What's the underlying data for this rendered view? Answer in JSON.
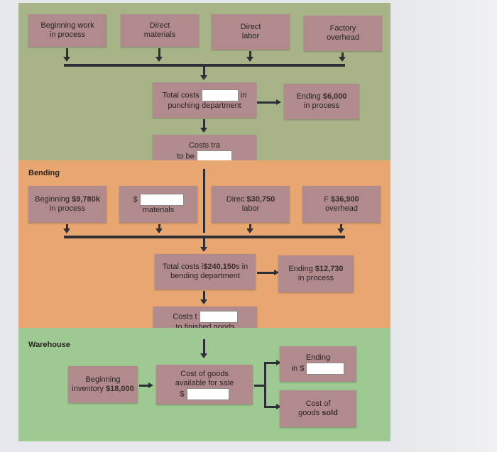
{
  "punching": {
    "beginning_wip": "Beginning work\nin process",
    "direct_materials": "Direct\nmaterials",
    "direct_labor": "Direct\nlabor",
    "factory_overhead": "Factory\noverhead",
    "total_costs": "Total costs",
    "total_costs_suffix": "in",
    "total_costs_dept": "punching department",
    "ending_wip_label": "Ending",
    "ending_wip_value": "$6,000",
    "ending_wip_suffix": "in process",
    "costs_transferred": "Costs tra",
    "costs_transferred_2": "to be"
  },
  "bending": {
    "section_label": "Bending",
    "beginning_label": "Beginning",
    "beginning_value": "$9,780k",
    "beginning_suffix": "in process",
    "dollar": "$",
    "materials": "materials",
    "direct_label": "Direc",
    "direct_value": "$30,750",
    "direct_suffix": "labor",
    "overhead_label": "F",
    "overhead_value": "$36,900",
    "overhead_suffix": "overhead",
    "total_costs": "Total costs i",
    "total_costs_value": "$240,150",
    "total_costs_suffix": "s in",
    "total_costs_dept": "bending department",
    "ending_label": "Ending",
    "ending_value": "$12,730",
    "ending_suffix": "in process",
    "costs_to_fg": "Costs t",
    "costs_to_fg_2": "to finished goods"
  },
  "warehouse": {
    "section_label": "Warehouse",
    "beginning_label": "Beginning",
    "beginning_inv": "inventory",
    "beginning_value": "$18,000",
    "cogs_available": "Cost of goods",
    "cogs_available_2": "available for sale",
    "dollar": "$",
    "ending_label": "Ending",
    "ending_inv": "in",
    "ending_dollar": "$",
    "cost_of_goods": "Cost of",
    "cost_of_goods_2": "goods",
    "cost_of_goods_value": "sold"
  }
}
